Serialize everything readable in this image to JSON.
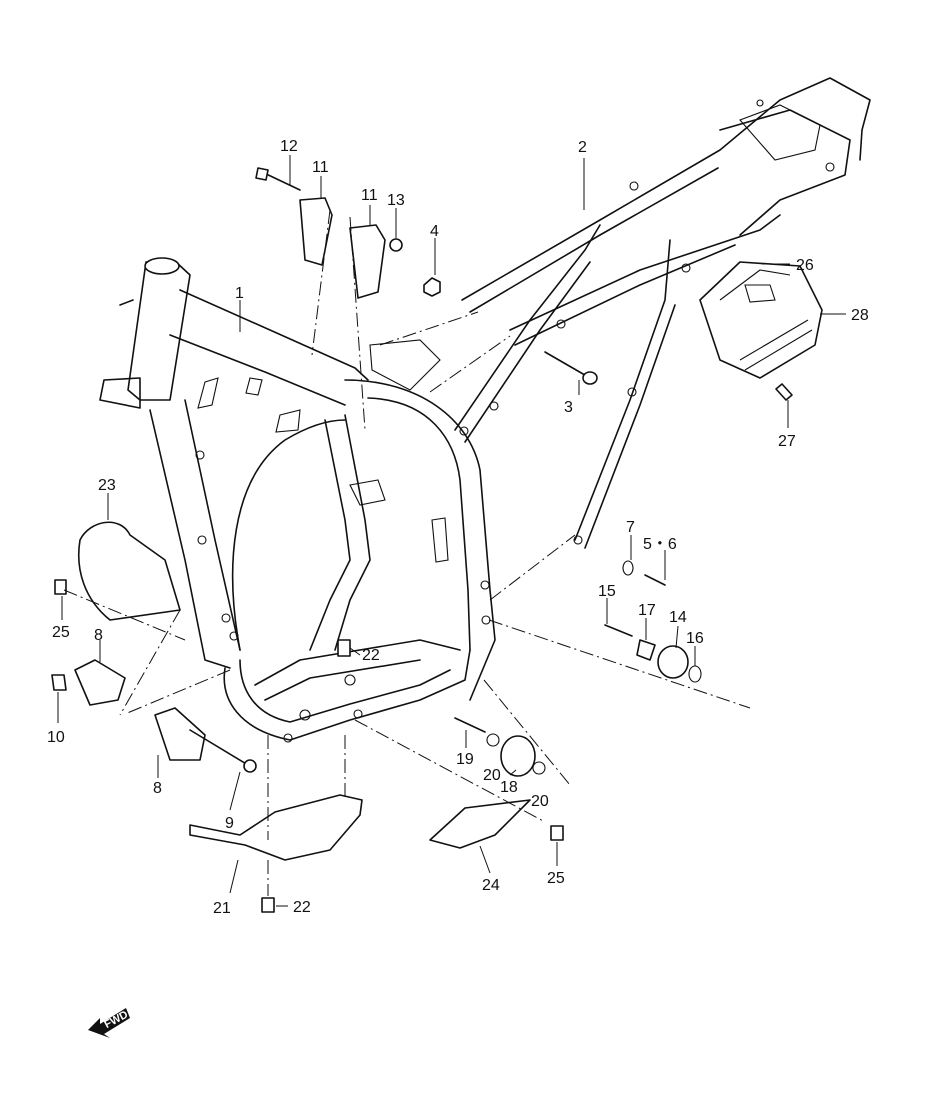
{
  "diagram": {
    "title": "",
    "labels": {
      "l1": "1",
      "l2": "2",
      "l3": "3",
      "l4": "4",
      "l56": "5・6",
      "l7": "7",
      "l8a": "8",
      "l8b": "8",
      "l9": "9",
      "l10": "10",
      "l11a": "11",
      "l11b": "11",
      "l12": "12",
      "l13": "13",
      "l14": "14",
      "l15": "15",
      "l16": "16",
      "l17": "17",
      "l18": "18",
      "l19": "19",
      "l20a": "20",
      "l20b": "20",
      "l21": "21",
      "l22a": "22",
      "l22b": "22",
      "l23": "23",
      "l24": "24",
      "l25a": "25",
      "l25b": "25",
      "l26": "26",
      "l27": "27",
      "l28": "28"
    },
    "fwd_badge": "FWD"
  }
}
